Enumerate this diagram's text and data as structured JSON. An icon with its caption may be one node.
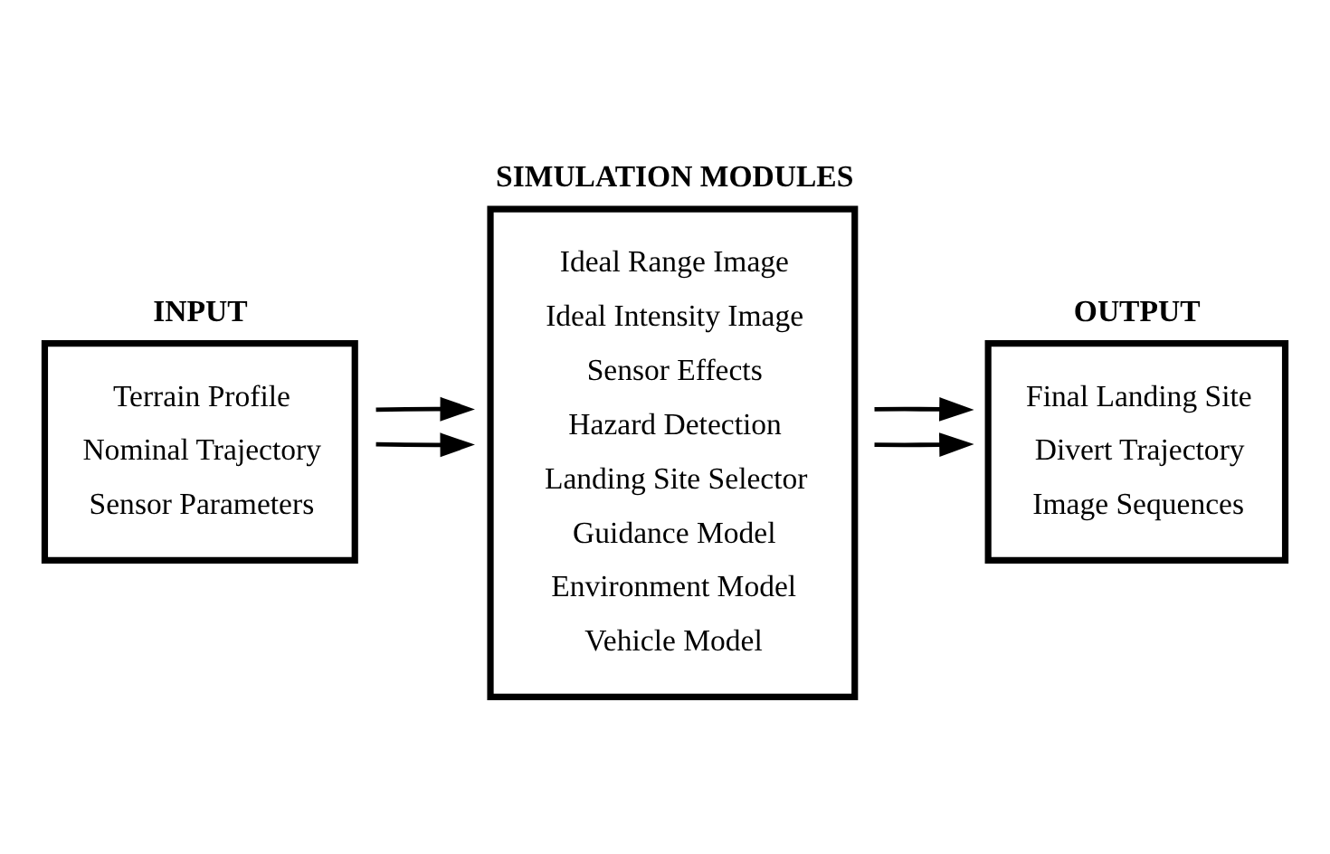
{
  "diagram": {
    "nodes": [
      {
        "text": [
          "INPUT",
          "Terrain Profile",
          "Nominal Trajectory",
          "Sensor Parameters"
        ]
      },
      {
        "text": [
          "SIMULATION MODULES",
          "Ideal Range Image",
          "Ideal Intensity Image",
          "Sensor Effects",
          "Hazard Detection",
          "Landing Site Selector",
          "Guidance Model",
          "Environment Model",
          "Vehicle Model"
        ]
      },
      {
        "text": [
          "OUTPUT",
          "Final Landing Site",
          "Divert Trajectory",
          "Image Sequences"
        ]
      }
    ],
    "edges": [
      {
        "from": 0,
        "to": 1,
        "arrow": "to"
      },
      {
        "from": 0,
        "to": 1,
        "arrow": "to"
      },
      {
        "from": 1,
        "to": 2,
        "arrow": "to"
      },
      {
        "from": 1,
        "to": 2,
        "arrow": "to"
      }
    ]
  }
}
